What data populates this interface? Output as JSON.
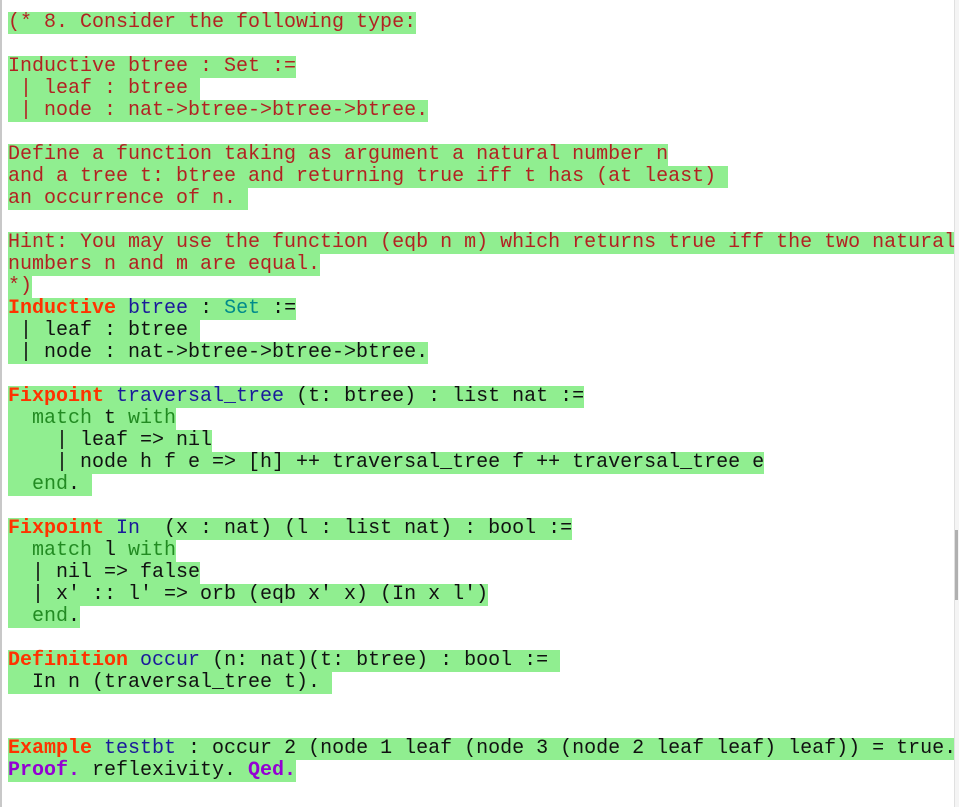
{
  "colors": {
    "highlight": "#90ee90",
    "comment": "#b22222",
    "keyword": "#ff3300",
    "identifier": "#1a1a9a",
    "sort": "#008b8b",
    "match": "#228b22",
    "proof": "#9400d3"
  },
  "lines": [
    [
      {
        "t": "(* 8. Consider the following type:",
        "c": "comment"
      }
    ],
    [],
    [
      {
        "t": "Inductive btree : Set :=",
        "c": "comment"
      }
    ],
    [
      {
        "t": " | leaf : btree ",
        "c": "comment"
      }
    ],
    [
      {
        "t": " | node : nat->btree->btree->btree.",
        "c": "comment"
      }
    ],
    [],
    [
      {
        "t": "Define a function taking as argument a natural number n",
        "c": "comment"
      }
    ],
    [
      {
        "t": "and a tree t: btree and returning true iff t has (at least) ",
        "c": "comment"
      }
    ],
    [
      {
        "t": "an occurrence of n. ",
        "c": "comment"
      }
    ],
    [],
    [
      {
        "t": "Hint: You may use the function (eqb n m) which returns true iff the two natural",
        "c": "comment"
      }
    ],
    [
      {
        "t": "numbers n and m are equal.",
        "c": "comment"
      }
    ],
    [
      {
        "t": "*)",
        "c": "comment"
      }
    ],
    [
      {
        "t": "Inductive",
        "c": "kw"
      },
      {
        "t": " ",
        "c": "n"
      },
      {
        "t": "btree",
        "c": "id"
      },
      {
        "t": " : ",
        "c": "n"
      },
      {
        "t": "Set",
        "c": "set"
      },
      {
        "t": " :=",
        "c": "n"
      }
    ],
    [
      {
        "t": " | leaf : btree ",
        "c": "n"
      }
    ],
    [
      {
        "t": " | node : nat->btree->btree->btree.",
        "c": "n"
      }
    ],
    [],
    [
      {
        "t": "Fixpoint",
        "c": "kw"
      },
      {
        "t": " ",
        "c": "n"
      },
      {
        "t": "traversal_tree",
        "c": "id"
      },
      {
        "t": " (t: btree) : list nat :=",
        "c": "n"
      }
    ],
    [
      {
        "t": "  ",
        "c": "n"
      },
      {
        "t": "match",
        "c": "m"
      },
      {
        "t": " t ",
        "c": "n"
      },
      {
        "t": "with",
        "c": "m"
      }
    ],
    [
      {
        "t": "    | leaf => nil",
        "c": "n"
      }
    ],
    [
      {
        "t": "    | node h f e => [h] ++ traversal_tree f ++ traversal_tree e",
        "c": "n"
      }
    ],
    [
      {
        "t": "  ",
        "c": "n"
      },
      {
        "t": "end",
        "c": "m"
      },
      {
        "t": ". ",
        "c": "n"
      }
    ],
    [],
    [
      {
        "t": "Fixpoint",
        "c": "kw"
      },
      {
        "t": " ",
        "c": "n"
      },
      {
        "t": "In",
        "c": "id"
      },
      {
        "t": "  (x : nat) (l : list nat) : bool :=",
        "c": "n"
      }
    ],
    [
      {
        "t": "  ",
        "c": "n"
      },
      {
        "t": "match",
        "c": "m"
      },
      {
        "t": " l ",
        "c": "n"
      },
      {
        "t": "with",
        "c": "m"
      }
    ],
    [
      {
        "t": "  | nil => false",
        "c": "n"
      }
    ],
    [
      {
        "t": "  | x' :: l' => orb (eqb x' x) (In x l')",
        "c": "n"
      }
    ],
    [
      {
        "t": "  ",
        "c": "n"
      },
      {
        "t": "end",
        "c": "m"
      },
      {
        "t": ".",
        "c": "n"
      }
    ],
    [],
    [
      {
        "t": "Definition",
        "c": "kw"
      },
      {
        "t": " ",
        "c": "n"
      },
      {
        "t": "occur",
        "c": "id"
      },
      {
        "t": " (n: nat)(t: btree) : bool := ",
        "c": "n"
      }
    ],
    [
      {
        "t": "  In n (traversal_tree t). ",
        "c": "n"
      }
    ],
    [],
    [],
    [
      {
        "t": "Example",
        "c": "kw"
      },
      {
        "t": " ",
        "c": "n"
      },
      {
        "t": "testbt",
        "c": "id"
      },
      {
        "t": " : occur 2 (node 1 leaf (node 3 (node 2 leaf leaf) leaf)) = true.",
        "c": "n"
      }
    ],
    [
      {
        "t": "Proof.",
        "c": "proof"
      },
      {
        "t": " reflexivity. ",
        "c": "n"
      },
      {
        "t": "Qed.",
        "c": "proof"
      }
    ]
  ]
}
